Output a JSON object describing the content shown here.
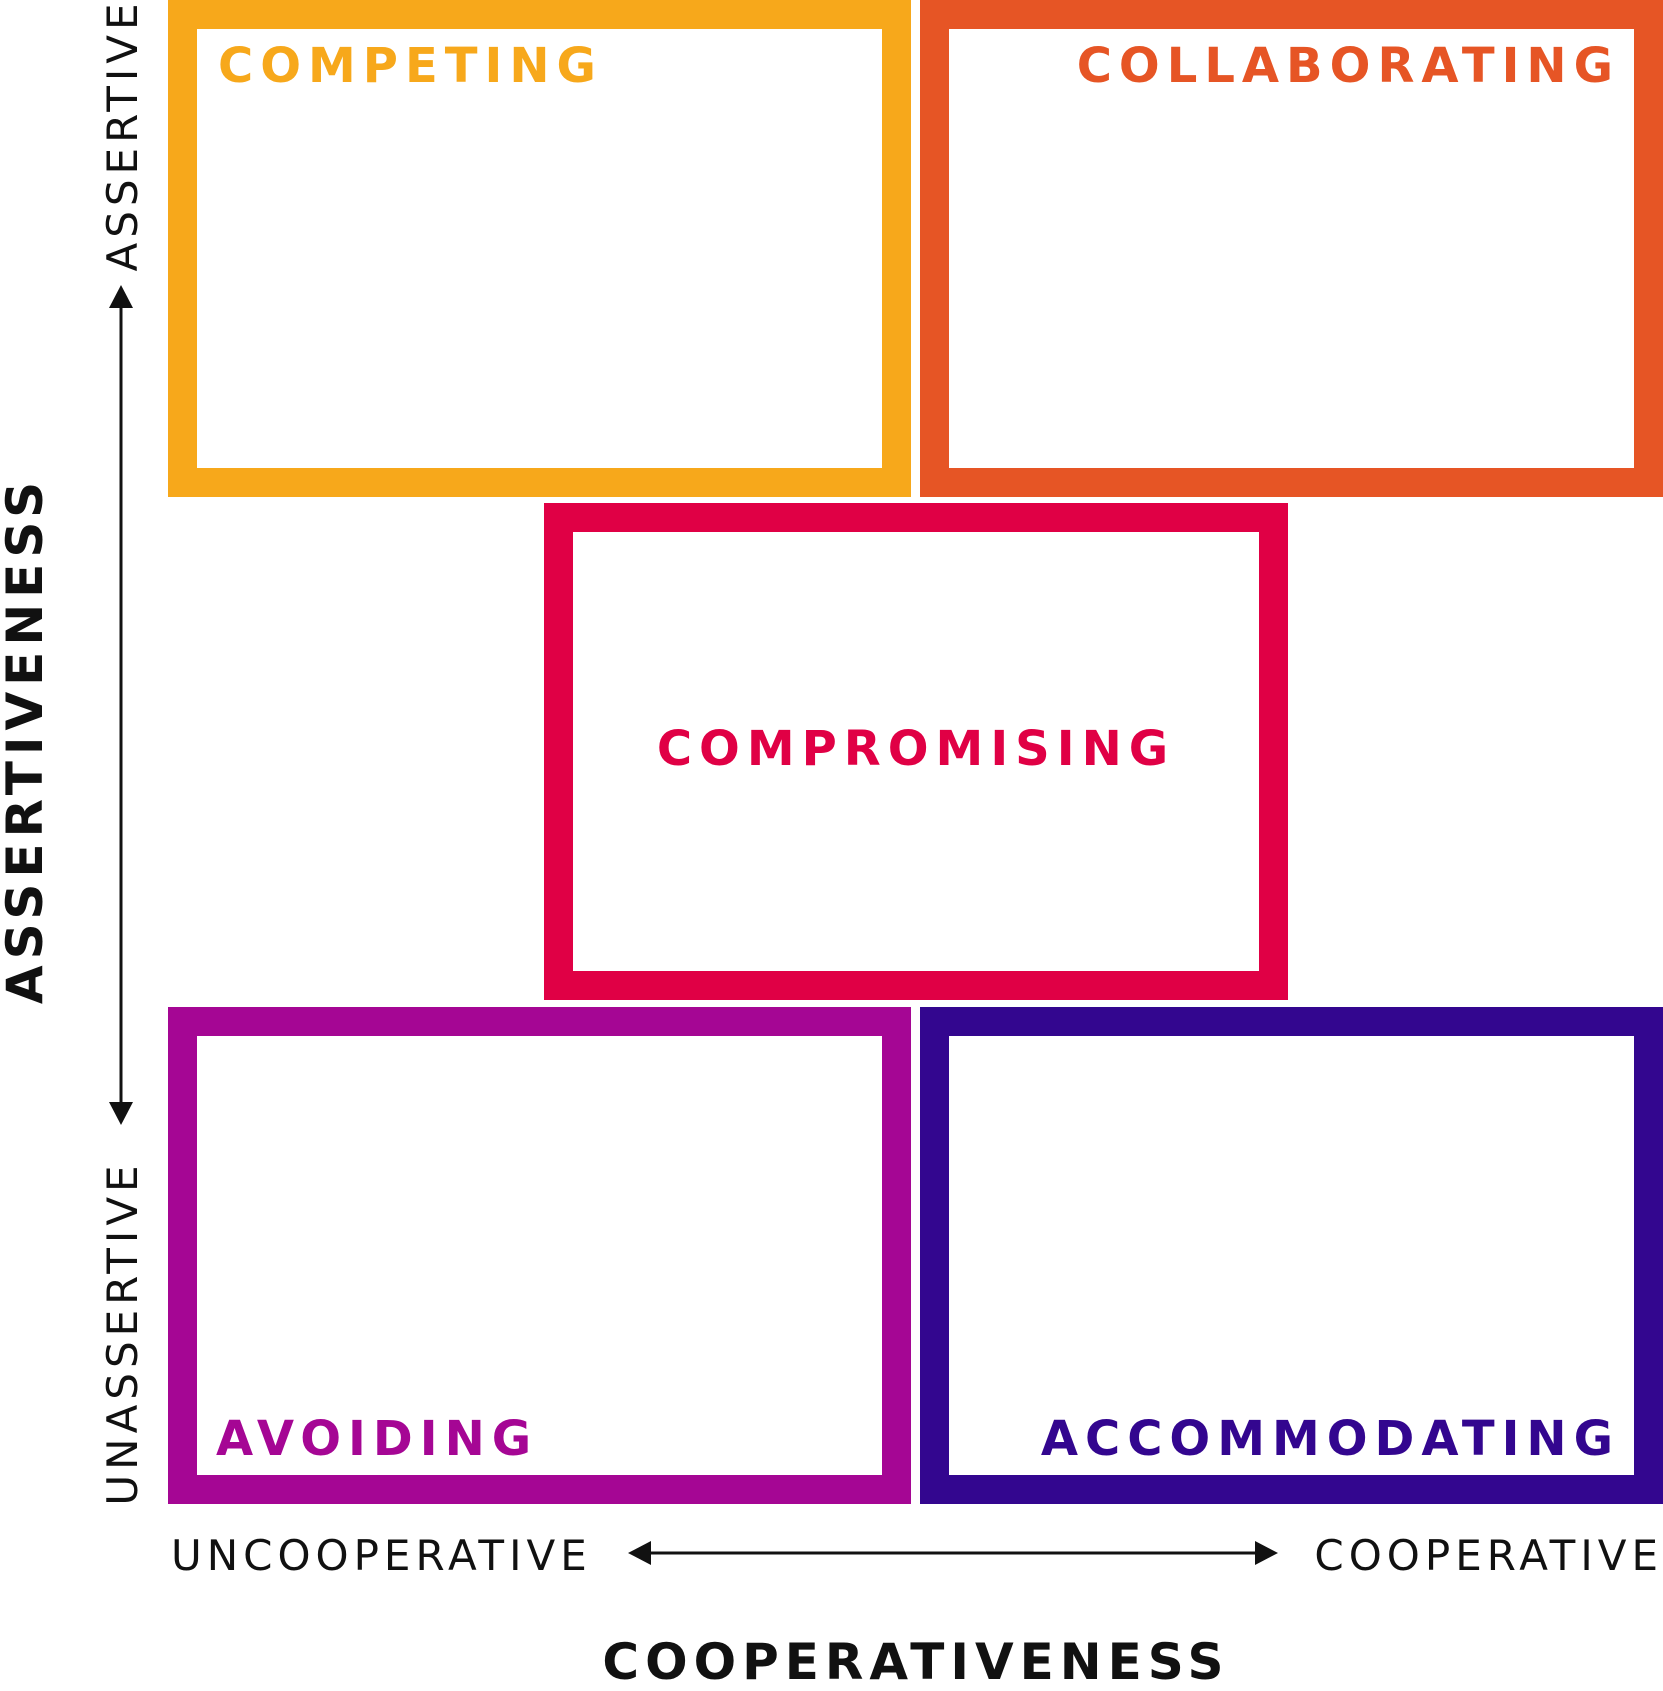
{
  "modes": {
    "competing": {
      "label": "COMPETING",
      "color": "#f7a81b"
    },
    "collaborating": {
      "label": "COLLABORATING",
      "color": "#e65525"
    },
    "compromising": {
      "label": "COMPROMISING",
      "color": "#e00045"
    },
    "avoiding": {
      "label": "AVOIDING",
      "color": "#a50694"
    },
    "accommodating": {
      "label": "ACCOMMODATING",
      "color": "#33068f"
    }
  },
  "y_axis": {
    "title": "ASSERTIVENESS",
    "high_label": "ASSERTIVE",
    "low_label": "UNASSERTIVE"
  },
  "x_axis": {
    "title": "COOPERATIVENESS",
    "low_label": "UNCOOPERATIVE",
    "high_label": "COOPERATIVE"
  }
}
